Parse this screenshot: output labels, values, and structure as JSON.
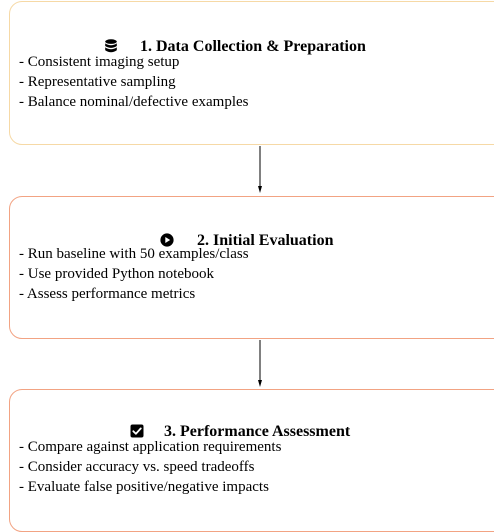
{
  "steps": [
    {
      "title": "1. Data Collection & Preparation",
      "icon": "database-icon",
      "border_color": "#f6d9a6",
      "bullets": [
        "- Consistent imaging setup",
        "- Representative sampling",
        "- Balance nominal/defective examples"
      ]
    },
    {
      "title": "2. Initial Evaluation",
      "icon": "play-circle-icon",
      "border_color": "#f2a383",
      "bullets": [
        "- Run baseline with 50 examples/class",
        "- Use provided Python notebook",
        "- Assess performance metrics"
      ]
    },
    {
      "title": "3. Performance Assessment",
      "icon": "checkbox-icon",
      "border_color": "#f2a383",
      "bullets": [
        "- Compare against application requirements",
        "- Consider accuracy vs. speed tradeoffs",
        "- Evaluate false positive/negative impacts"
      ]
    }
  ]
}
